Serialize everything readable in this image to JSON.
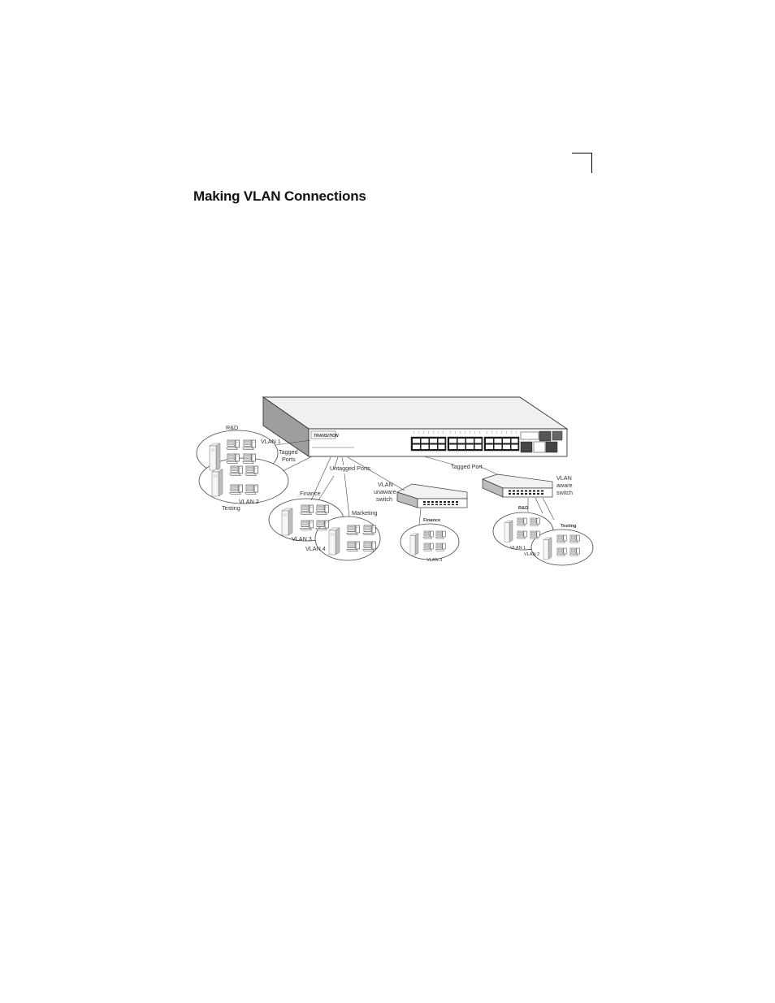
{
  "page": {
    "title": "Making VLAN Connections"
  },
  "diagram": {
    "switch_brand": "TRANSITION",
    "labels": {
      "rnd_group": "R&D",
      "vlan1": "VLAN 1",
      "tagged_ports": [
        "Tagged",
        "Ports"
      ],
      "vlan2": "VLAN 2",
      "testing_group": "Testing",
      "untagged_ports": "Untagged Ports",
      "tagged_port": "Tagged Port",
      "finance_group": "Finance",
      "marketing_group": "Marketing",
      "vlan3": "VLAN 3",
      "vlan4": "VLAN 4",
      "vlan_unaware_switch": [
        "VLAN",
        "unaware",
        "switch"
      ],
      "vlan_aware_switch": [
        "VLAN",
        "aware",
        "switch"
      ],
      "finance_small": "Finance",
      "vlan3_small": "VLAN 3",
      "rnd_small": "R&D",
      "testing_small": "Testing",
      "vlan1_small": "VLAN 1",
      "vlan2_small": "VLAN 2"
    }
  }
}
